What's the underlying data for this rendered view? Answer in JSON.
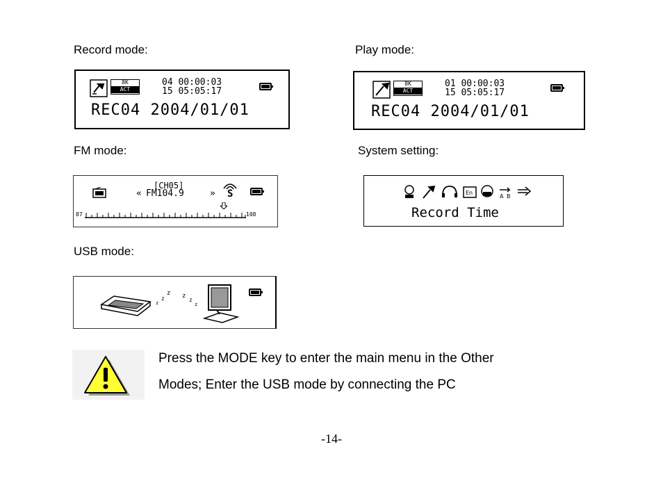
{
  "labels": {
    "record": "Record mode:",
    "play": "Play mode:",
    "fm": "FM mode:",
    "system": "System setting:",
    "usb": "USB mode:"
  },
  "record_screen": {
    "icon": "microphone-icon",
    "badge_top": "8K",
    "badge_bottom": "ACT",
    "line1": "04 00:00:03",
    "line2": "15 05:05:17",
    "main": "REC04 2004/01/01"
  },
  "play_screen": {
    "icon": "pen-play-icon",
    "badge_top": "8K",
    "badge_bottom": "ACT",
    "line1": "01 00:00:03",
    "line2": "15 05:05:17",
    "main": "REC04 2004/01/01"
  },
  "fm_screen": {
    "channel": "[CH05]",
    "frequency": "FM104.9",
    "stereo": "S",
    "scale_min": "87",
    "scale_max": "108"
  },
  "system_screen": {
    "text": "Record Time",
    "icons": [
      "recorder-icon",
      "microphone-icon",
      "headphone-icon",
      "language-icon",
      "save-icon",
      "ab-repeat-icon",
      "arrow-right-icon"
    ]
  },
  "usb_screen": {
    "icons": [
      "player-device-icon",
      "data-transfer-icon",
      "computer-monitor-icon",
      "battery-icon"
    ]
  },
  "note": {
    "line1": "Press the MODE key to enter the main menu in the Other",
    "line2": "Modes; Enter the USB mode by connecting the PC"
  },
  "page_number": "-14-"
}
